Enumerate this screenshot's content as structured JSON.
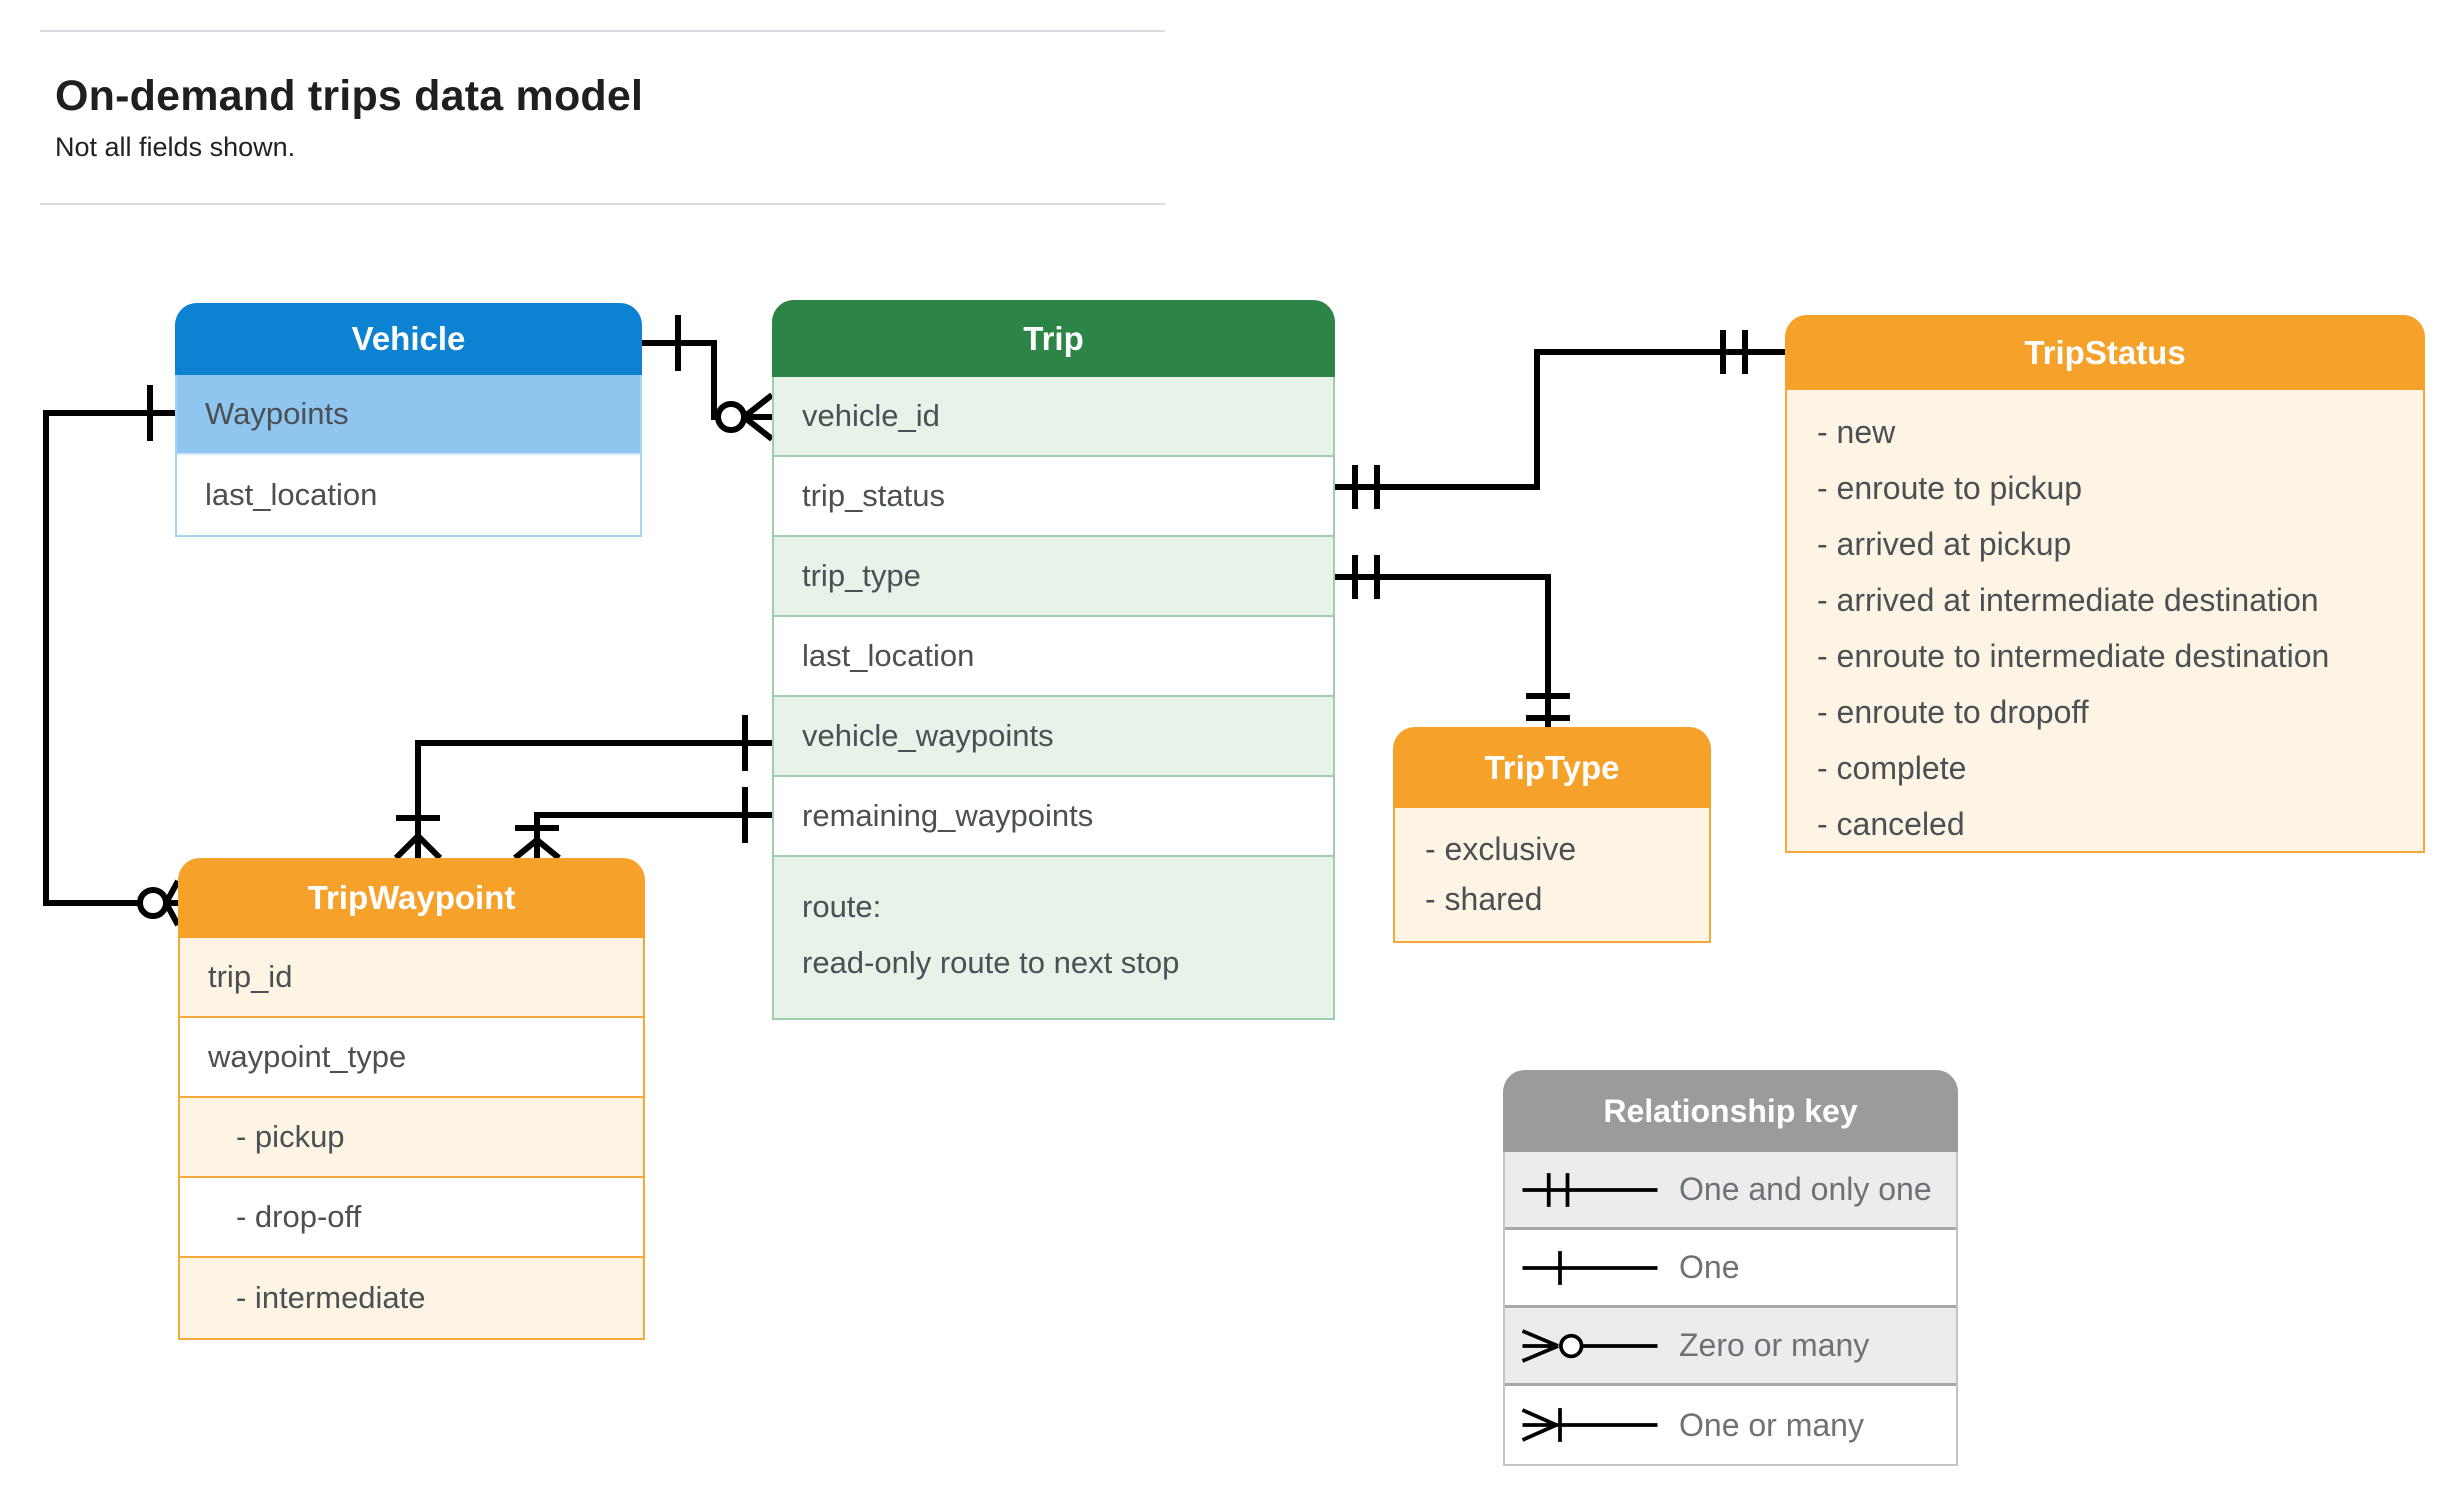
{
  "header": {
    "title": "On-demand trips data model",
    "subtitle": "Not all fields shown."
  },
  "entities": {
    "vehicle": {
      "title": "Vehicle",
      "fields": [
        "Waypoints",
        "last_location"
      ]
    },
    "trip": {
      "title": "Trip",
      "fields": [
        "vehicle_id",
        "trip_status",
        "trip_type",
        "last_location",
        "vehicle_waypoints",
        "remaining_waypoints"
      ],
      "route": {
        "label": "route:",
        "description": "read-only route to next stop"
      }
    },
    "tripStatus": {
      "title": "TripStatus",
      "values": [
        "- new",
        "- enroute to pickup",
        "- arrived at pickup",
        "- arrived at intermediate destination",
        "- enroute to intermediate destination",
        "- enroute to dropoff",
        "- complete",
        "- canceled"
      ]
    },
    "tripWaypoint": {
      "title": "TripWaypoint",
      "fields": [
        "trip_id",
        "waypoint_type",
        "- pickup",
        "- drop-off",
        "- intermediate"
      ]
    },
    "tripType": {
      "title": "TripType",
      "values": [
        "- exclusive",
        "- shared"
      ]
    }
  },
  "legend": {
    "title": "Relationship key",
    "rows": [
      {
        "symbol": "one-and-only-one",
        "label": "One and only one"
      },
      {
        "symbol": "one",
        "label": "One"
      },
      {
        "symbol": "zero-or-many",
        "label": "Zero or many"
      },
      {
        "symbol": "one-or-many",
        "label": "One or many"
      }
    ]
  },
  "colors": {
    "vehicle_header": "#0d82d3",
    "vehicle_highlight_row": "#8ec6ef",
    "trip_header": "#2c8446",
    "trip_row_tint": "#e7f2e9",
    "enum_header": "#f6a12a",
    "enum_row_tint": "#fdf4e3",
    "legend_header": "#9b9b9b",
    "legend_row_tint": "#ececec",
    "connector_line": "#000000"
  }
}
